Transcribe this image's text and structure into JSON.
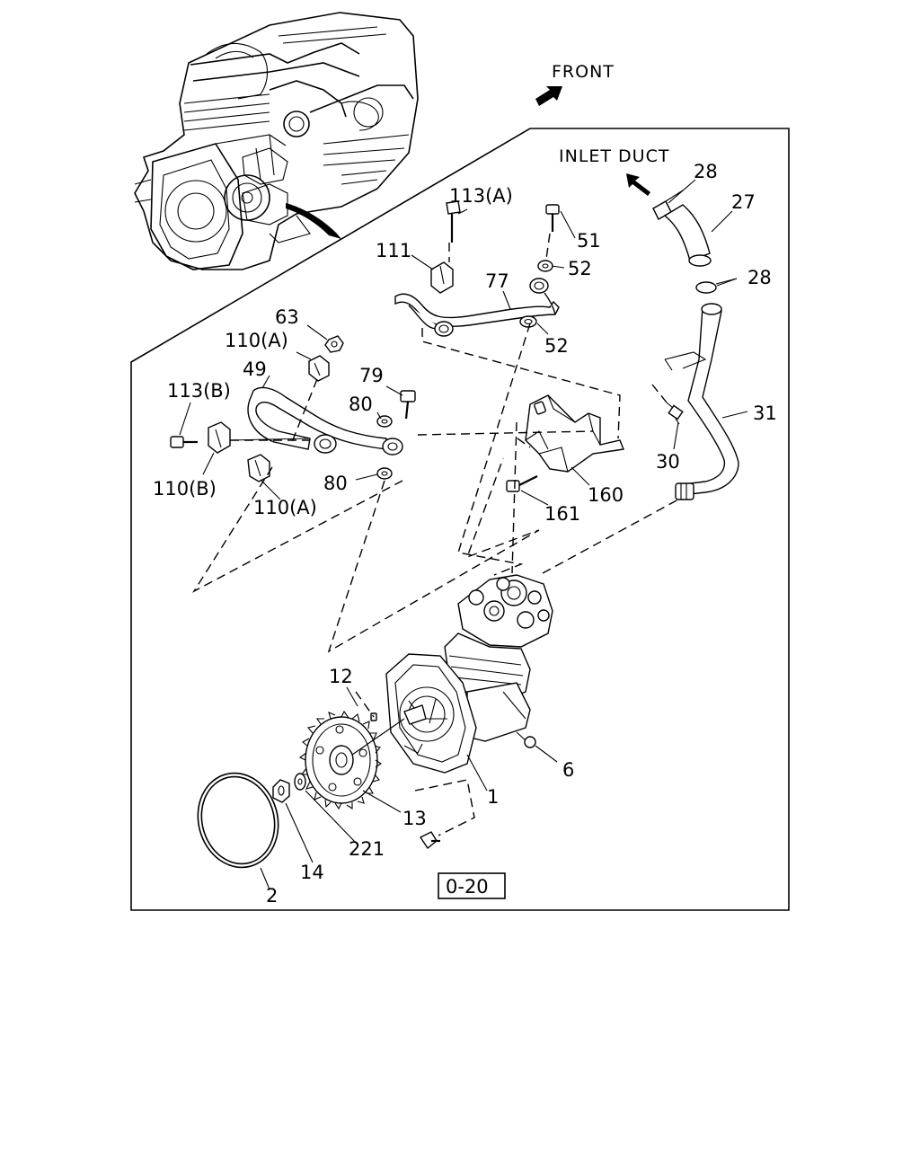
{
  "labels": {
    "front": "FRONT",
    "inlet_duct": "INLET DUCT",
    "ref_box": "0-20",
    "callouts": {
      "p113a": "113(A)",
      "p111": "111",
      "p51": "51",
      "p52a": "52",
      "p52b": "52",
      "p77": "77",
      "p63": "63",
      "p110a_top": "110(A)",
      "p49": "49",
      "p113b": "113(B)",
      "p79": "79",
      "p80a": "80",
      "p80b": "80",
      "p110b": "110(B)",
      "p110a_bot": "110(A)",
      "p28a": "28",
      "p27": "27",
      "p28b": "28",
      "p31": "31",
      "p30": "30",
      "p160": "160",
      "p161": "161",
      "p12": "12",
      "p6": "6",
      "p1": "1",
      "p13": "13",
      "p221": "221",
      "p14": "14",
      "p2": "2"
    }
  },
  "icons": [
    "front-arrow-icon",
    "inlet-duct-arrow-icon"
  ]
}
